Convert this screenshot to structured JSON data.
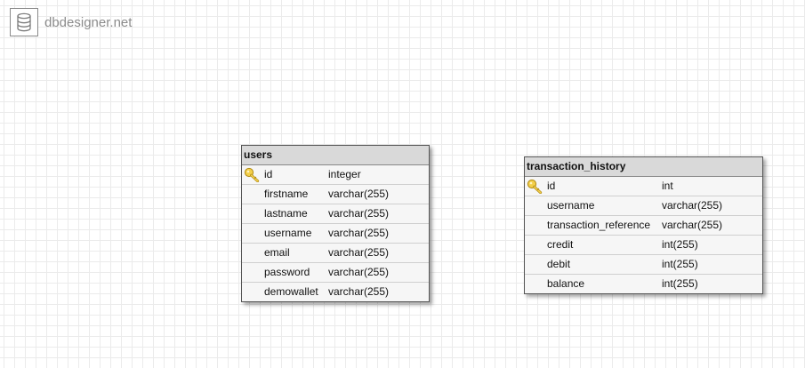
{
  "logo": {
    "text": "dbdesigner.net",
    "icon": "database-icon"
  },
  "tables": [
    {
      "name": "users",
      "fields": [
        {
          "name": "id",
          "type": "integer",
          "primary_key": true
        },
        {
          "name": "firstname",
          "type": "varchar(255)",
          "primary_key": false
        },
        {
          "name": "lastname",
          "type": "varchar(255)",
          "primary_key": false
        },
        {
          "name": "username",
          "type": "varchar(255)",
          "primary_key": false
        },
        {
          "name": "email",
          "type": "varchar(255)",
          "primary_key": false
        },
        {
          "name": "password",
          "type": "varchar(255)",
          "primary_key": false
        },
        {
          "name": "demowallet",
          "type": "varchar(255)",
          "primary_key": false
        }
      ]
    },
    {
      "name": "transaction_history",
      "fields": [
        {
          "name": "id",
          "type": "int",
          "primary_key": true
        },
        {
          "name": "username",
          "type": "varchar(255)",
          "primary_key": false
        },
        {
          "name": "transaction_reference",
          "type": "varchar(255)",
          "primary_key": false
        },
        {
          "name": "credit",
          "type": "int(255)",
          "primary_key": false
        },
        {
          "name": "debit",
          "type": "int(255)",
          "primary_key": false
        },
        {
          "name": "balance",
          "type": "int(255)",
          "primary_key": false
        }
      ]
    }
  ],
  "colors": {
    "grid": "#ebebeb",
    "table_header": "#d9d9d9",
    "table_body": "#f6f6f6",
    "key_gold": "#e2b42a"
  }
}
